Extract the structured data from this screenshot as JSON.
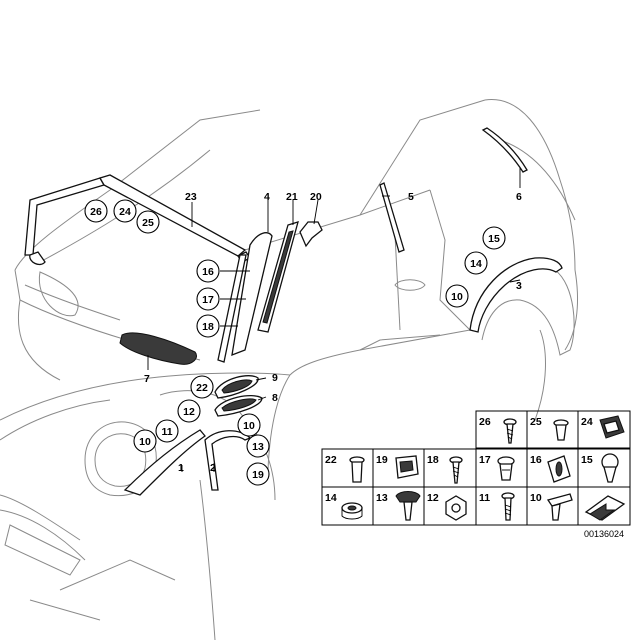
{
  "diagram": {
    "callouts_plain": [
      "23",
      "4",
      "21",
      "20",
      "5",
      "6",
      "3",
      "7",
      "9",
      "8",
      "1",
      "2"
    ],
    "callouts_circled": [
      "26",
      "24",
      "25",
      "16",
      "17",
      "18",
      "15",
      "14",
      "10",
      "22",
      "12",
      "11",
      "10",
      "10",
      "13",
      "19"
    ],
    "legend_rows": [
      [
        "26",
        "25",
        "24"
      ],
      [
        "22",
        "19",
        "18",
        "17",
        "16",
        "15"
      ],
      [
        "14",
        "13",
        "12",
        "11",
        "10",
        ""
      ]
    ],
    "reference_code": "00136024"
  }
}
